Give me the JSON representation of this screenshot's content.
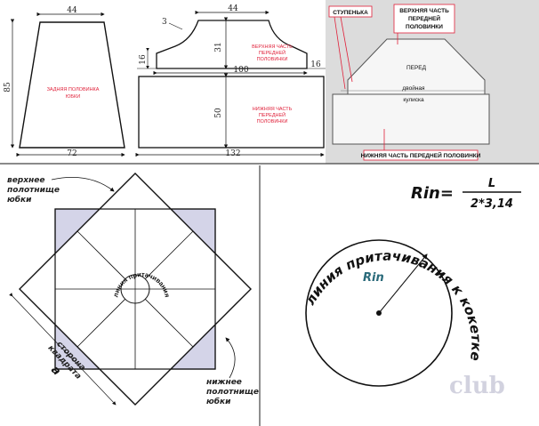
{
  "back_panel": {
    "top_width": "44",
    "height": "85",
    "bottom_width": "72",
    "label": [
      "ЗАДНЯЯ ПОЛОВИНКА",
      "ЮБКИ"
    ]
  },
  "front_upper": {
    "curve_offset": "3",
    "top_width": "44",
    "height": "31",
    "side_drop_left": "16",
    "side_drop_right": "16",
    "base_width": "100",
    "label": [
      "ВЕРХНЯЯ ЧАСТЬ",
      "ПЕРЕДНЕЙ",
      "ПОЛОВИНКИ"
    ]
  },
  "front_lower": {
    "height": "50",
    "width": "132",
    "label": [
      "НИЖНЯЯ ЧАСТЬ",
      "ПЕРЕДНЕЙ",
      "ПОЛОВИНКИ"
    ]
  },
  "photo_panel": {
    "callout_step": "СТУПЕНЬКА",
    "callout_upper": [
      "ВЕРХНЯЯ ЧАСТЬ",
      "ПЕРЕДНЕЙ",
      "ПОЛОВИНКИ"
    ],
    "front_label": "ПЕРЕД",
    "double_label": "двойная",
    "channel_label": "кулиска",
    "callout_lower": "НИЖНЯЯ ЧАСТЬ ПЕРЕДНЕЙ ПОЛОВИНКИ"
  },
  "square_skirt": {
    "top_label": [
      "верхнее",
      "полотнище",
      "юбки"
    ],
    "bottom_label": [
      "нижнее",
      "полотнище",
      "юбки"
    ],
    "side_label": [
      "сторона",
      "квадрата"
    ],
    "side_symbol": "a",
    "center_label": "линия притачивания"
  },
  "circle": {
    "formula_lhs": "Rin=",
    "formula_num": "L",
    "formula_den": "2*3,14",
    "radius_label": "Rin",
    "arc_label": "линия притачивания к кокетке",
    "watermark": "club"
  },
  "colors": {
    "red_text": "#e0213a",
    "square_fill": "#d4d4e8",
    "photo_bg": "#dcdcdc"
  }
}
